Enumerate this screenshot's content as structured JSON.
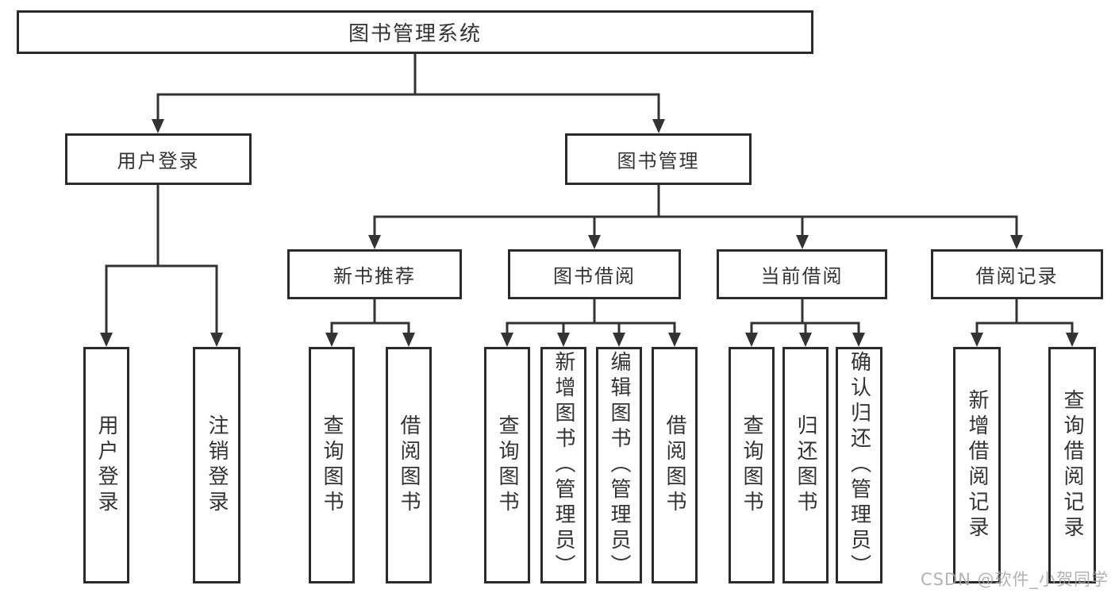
{
  "diagram": {
    "type": "hierarchy",
    "colors": {
      "line": "#333333",
      "box_border": "#2b2b2b",
      "box_fill": "#ffffff",
      "text": "#333333",
      "watermark": "#a5a5a5"
    },
    "tree": {
      "root": {
        "label": "图书管理系统",
        "children": [
          {
            "label": "用户登录",
            "children": [
              {
                "label": "用户登录"
              },
              {
                "label": "注销登录"
              }
            ]
          },
          {
            "label": "图书管理",
            "children": [
              {
                "label": "新书推荐",
                "children": [
                  {
                    "label": "查询图书"
                  },
                  {
                    "label": "借阅图书"
                  }
                ]
              },
              {
                "label": "图书借阅",
                "children": [
                  {
                    "label": "查询图书"
                  },
                  {
                    "label": "新增图书（管理员）"
                  },
                  {
                    "label": "编辑图书（管理员）"
                  },
                  {
                    "label": "借阅图书"
                  }
                ]
              },
              {
                "label": "当前借阅",
                "children": [
                  {
                    "label": "查询图书"
                  },
                  {
                    "label": "归还图书"
                  },
                  {
                    "label": "确认归还（管理员）"
                  }
                ]
              },
              {
                "label": "借阅记录",
                "children": [
                  {
                    "label": "新增借阅记录"
                  },
                  {
                    "label": "查询借阅记录"
                  }
                ]
              }
            ]
          }
        ]
      }
    },
    "watermark": {
      "text": "CSDN @软件_小贺同学"
    }
  }
}
